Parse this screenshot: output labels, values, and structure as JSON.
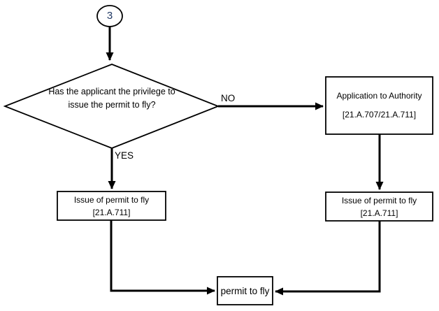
{
  "flowchart": {
    "connector": {
      "label": "3"
    },
    "decision": {
      "question": "Has the applicant the privilege to issue the permit to fly?"
    },
    "branches": {
      "no_label": "NO",
      "yes_label": "YES"
    },
    "nodes": {
      "application_to_authority": {
        "title": "Application to Authority",
        "ref": "[21.A.707/21.A.711]"
      },
      "issue_permit_left": {
        "title": "Issue of permit to fly",
        "ref": "[21.A.711]"
      },
      "issue_permit_right": {
        "title": "Issue of permit to fly",
        "ref": "[21.A.711]"
      },
      "permit_to_fly": {
        "title": "permit to fly"
      }
    },
    "colors": {
      "line": "#000000",
      "text": "#000000",
      "connector_number": "#203864",
      "background": "#ffffff"
    }
  }
}
